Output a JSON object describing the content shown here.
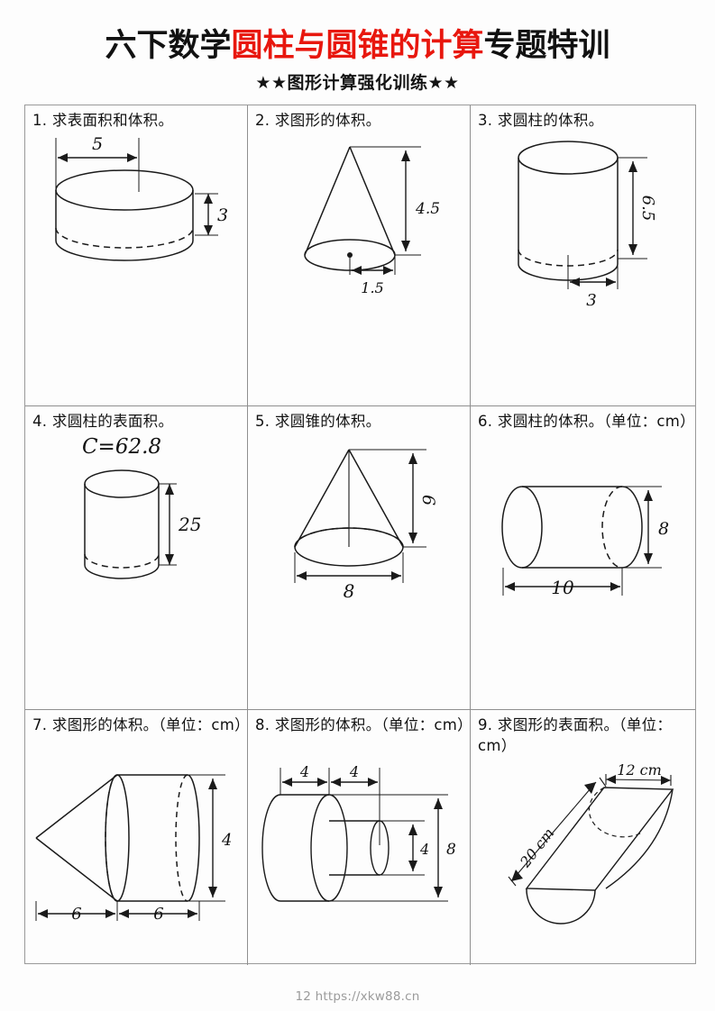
{
  "header": {
    "title_prefix": "六下数学",
    "title_highlight": "圆柱与圆锥的计算",
    "title_suffix": "专题特训",
    "highlight_color": "#e8170e",
    "subtitle": "★★图形计算强化训练★★"
  },
  "problems": [
    {
      "number": "1.",
      "prompt": "1. 求表面积和体积。",
      "shape": "cylinder-flat",
      "labels": {
        "radius": "5",
        "height": "3"
      }
    },
    {
      "number": "2.",
      "prompt": "2. 求图形的体积。",
      "shape": "cone",
      "labels": {
        "height": "4.5",
        "radius": "1.5"
      }
    },
    {
      "number": "3.",
      "prompt": "3. 求圆柱的体积。",
      "shape": "cylinder-tall",
      "labels": {
        "height": "6.5",
        "radius": "3"
      }
    },
    {
      "number": "4.",
      "prompt": "4. 求圆柱的表面积。",
      "shape": "cylinder-circumference",
      "labels": {
        "circumference": "C=62.8",
        "height": "25"
      }
    },
    {
      "number": "5.",
      "prompt": "5. 求圆锥的体积。",
      "shape": "cone-wide",
      "labels": {
        "height": "6",
        "diameter": "8"
      }
    },
    {
      "number": "6.",
      "prompt": "6. 求圆柱的体积。（单位：cm）",
      "shape": "cylinder-horizontal",
      "labels": {
        "length": "10",
        "diameter": "8"
      }
    },
    {
      "number": "7.",
      "prompt": "7. 求图形的体积。（单位：cm）",
      "shape": "cone-cylinder-combo",
      "labels": {
        "cone_length": "6",
        "cylinder_length": "6",
        "diameter": "4"
      }
    },
    {
      "number": "8.",
      "prompt": "8. 求图形的体积。（单位：cm）",
      "shape": "stacked-cylinders",
      "labels": {
        "big_length": "4",
        "small_length": "4",
        "small_diameter": "4",
        "big_diameter": "8"
      }
    },
    {
      "number": "9.",
      "prompt": "9. 求图形的表面积。（单位：cm）",
      "shape": "half-cylinder-trough",
      "labels": {
        "length": "20 cm",
        "width": "12 cm"
      }
    }
  ],
  "watermark": "12 https://xkw88.cn"
}
